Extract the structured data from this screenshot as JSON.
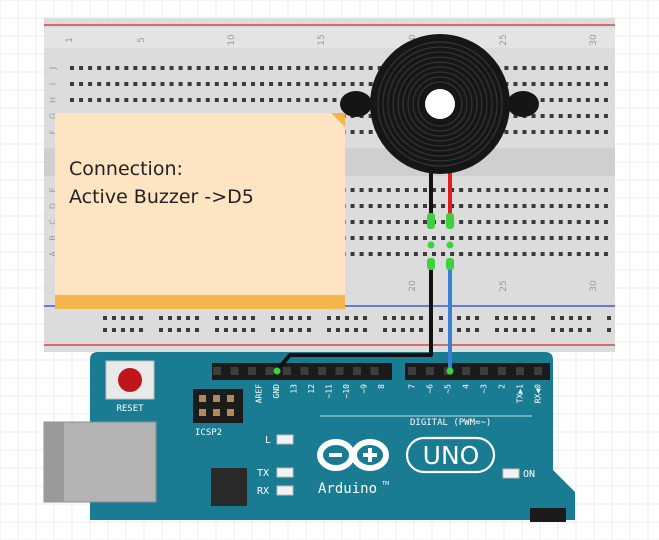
{
  "note": {
    "line1": "Connection:",
    "line2": "Active Buzzer ->D5"
  },
  "breadboard": {
    "column_numbers": [
      "1",
      "5",
      "10",
      "15",
      "20",
      "25",
      "30"
    ],
    "row_letters_top": [
      "J",
      "I",
      "H",
      "G",
      "F"
    ],
    "row_letters_bottom": [
      "E",
      "D",
      "C",
      "B",
      "A"
    ]
  },
  "arduino": {
    "reset_label": "RESET",
    "icsp_label": "ICSP2",
    "header_left_pins": [
      "AREF",
      "GND",
      "13",
      "12",
      "~11",
      "~10",
      "~9",
      "8"
    ],
    "header_right_pins": [
      "7",
      "~6",
      "~5",
      "4",
      "~3",
      "2",
      "TX▶1",
      "RX◀0"
    ],
    "digital_label": "DIGITAL (PWM=~)",
    "led_l": "L",
    "led_tx": "TX",
    "led_rx": "RX",
    "on_label": "ON",
    "logo_text": "Arduino",
    "logo_tm": "TM",
    "uno_label": "UNO"
  },
  "colors": {
    "board": "#1a7c92",
    "note_fill": "#fde4c2",
    "note_bar": "#f5b54b",
    "wire_black": "#111111",
    "wire_red": "#e0201e",
    "wire_blue": "#3b7fd0"
  }
}
